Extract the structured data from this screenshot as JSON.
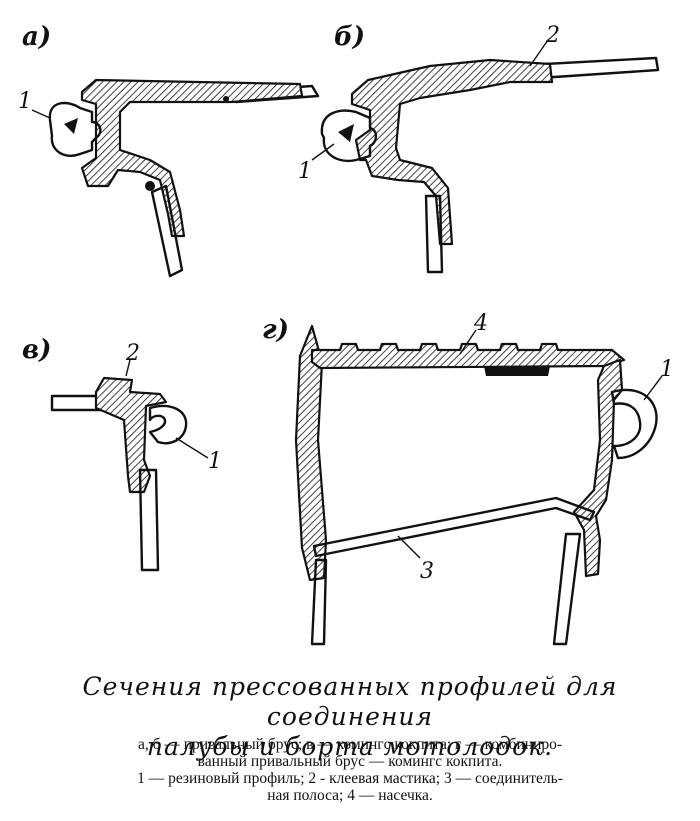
{
  "panels": {
    "a": "а)",
    "b": "б)",
    "v": "в)",
    "g": "г)"
  },
  "callouts": {
    "a_1": "1",
    "b_1": "1",
    "b_2": "2",
    "v_1": "1",
    "v_2": "2",
    "g_1": "1",
    "g_3": "3",
    "g_4": "4"
  },
  "caption": {
    "title_line1": "Сечения прессованных профилей для соединения",
    "title_line2": "палубы и борта мотолодок.",
    "legend_line1": "а, б — привальный брус; в — комингс кокпита; г — комбиниро-",
    "legend_line2": "ванный привальный брус — комингс кокпита.",
    "legend_line3": "1 — резиновый профиль; 2 - клеевая мастика; 3 — соединитель-",
    "legend_line4": "ная полоса; 4 — насечка."
  }
}
